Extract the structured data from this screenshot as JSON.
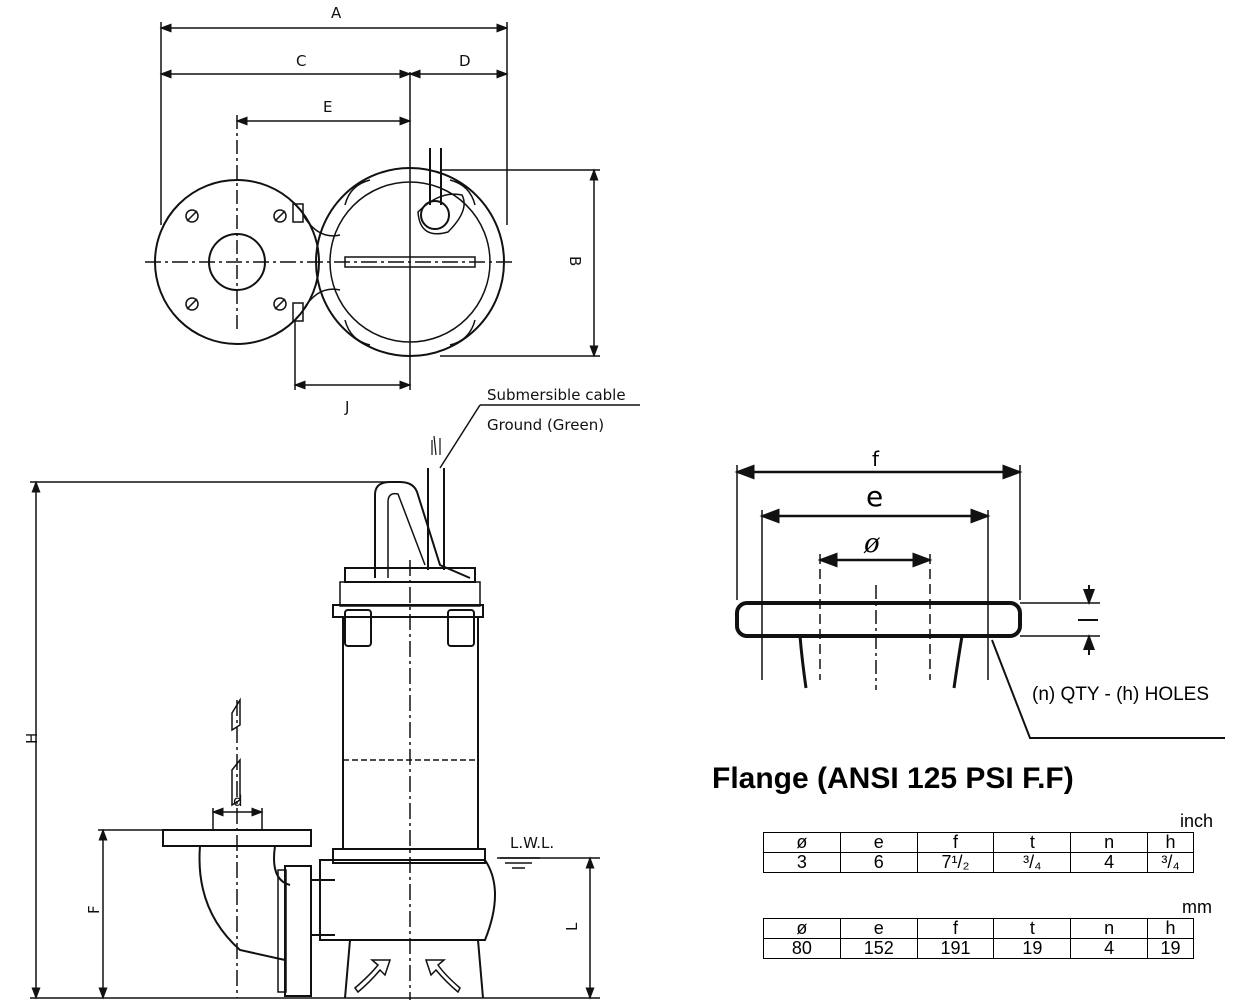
{
  "top_view": {
    "dims": {
      "A": "A",
      "B": "B",
      "C": "C",
      "D": "D",
      "E": "E",
      "J": "J"
    }
  },
  "side_view": {
    "cable_label": "Submersible cable",
    "ground_label": "Ground (Green)",
    "dims": {
      "H": "H",
      "F": "F",
      "L": "L",
      "d": "d"
    },
    "lwl": "L.W.L."
  },
  "flange_view": {
    "dims": {
      "f": "f",
      "e": "e",
      "phi": "ø"
    },
    "holes_label": "(n) QTY - (h) HOLES"
  },
  "flange_title": "Flange (ANSI 125 PSI F.F)",
  "tables": [
    {
      "unit": "inch",
      "headers": [
        "ø",
        "e",
        "f",
        "t",
        "n",
        "h"
      ],
      "row": [
        "3",
        "6",
        "7¹/₂",
        "³/₄",
        "4",
        "³/₄"
      ]
    },
    {
      "unit": "mm",
      "headers": [
        "ø",
        "e",
        "f",
        "t",
        "n",
        "h"
      ],
      "row": [
        "80",
        "152",
        "191",
        "19",
        "4",
        "19"
      ]
    }
  ]
}
